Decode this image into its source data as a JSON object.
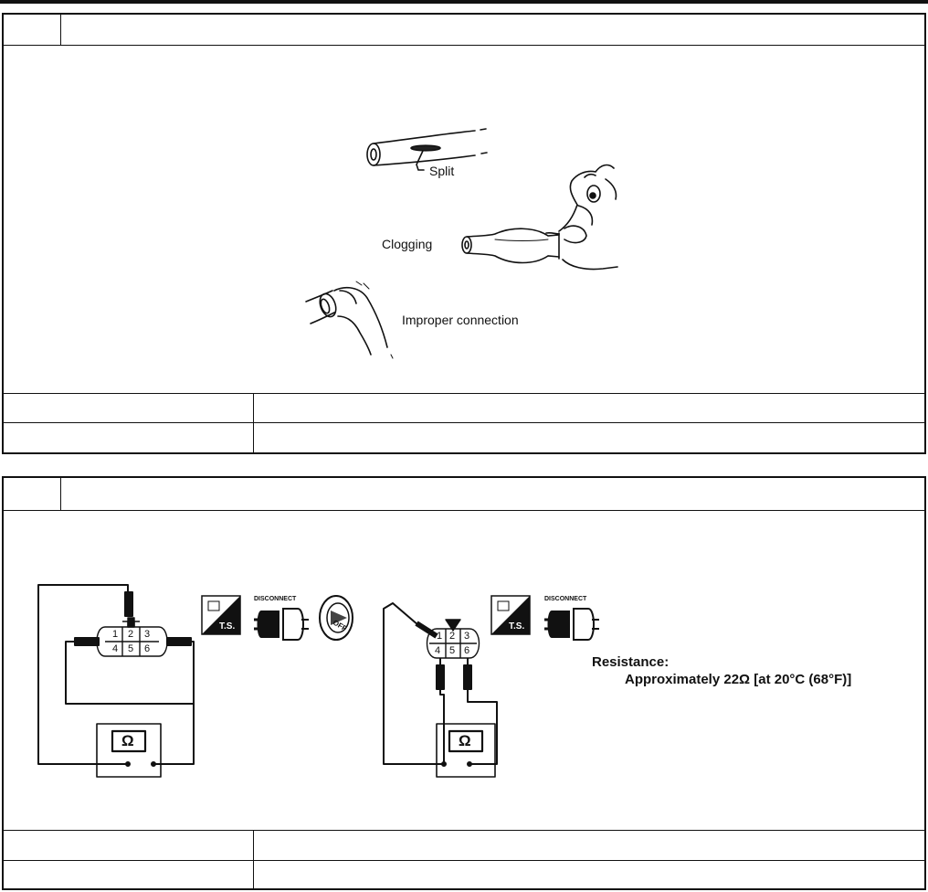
{
  "figure1": {
    "labels": {
      "split": "Split",
      "clogging": "Clogging",
      "improper": "Improper connection"
    }
  },
  "figure2": {
    "connector_pins": [
      "1",
      "2",
      "3",
      "4",
      "5",
      "6"
    ],
    "ohm_symbol": "Ω",
    "icons": {
      "ts": "T.S.",
      "disconnect": "DISCONNECT",
      "off": "OFF"
    },
    "resistance_title": "Resistance:",
    "resistance_value": "Approximately 22Ω [at 20°C (68°F)]"
  }
}
